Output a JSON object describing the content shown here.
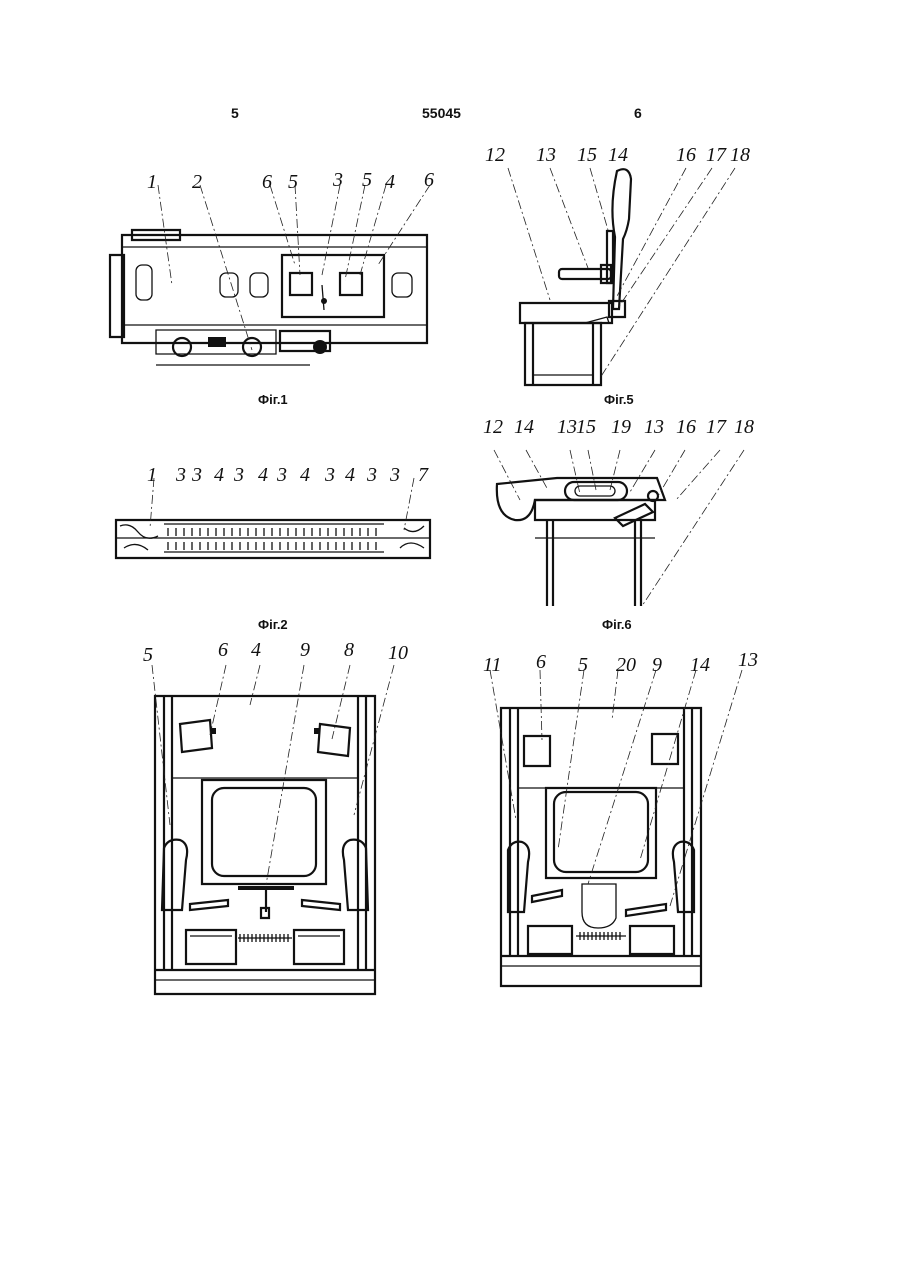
{
  "header": {
    "left_page": "5",
    "patent_number": "55045",
    "right_page": "6"
  },
  "figures": {
    "fig1": {
      "caption": "Фіг.1",
      "labels": [
        "1",
        "2",
        "6",
        "5",
        "3",
        "5",
        "4",
        "6"
      ]
    },
    "fig2": {
      "caption": "Фіг.2",
      "labels": [
        "1",
        "3",
        "3",
        "4",
        "3",
        "4",
        "3",
        "4",
        "3",
        "4",
        "3",
        "3",
        "7"
      ]
    },
    "fig3": {
      "labels": [
        "5",
        "6",
        "4",
        "9",
        "8",
        "10"
      ]
    },
    "fig4": {
      "labels": [
        "11",
        "6",
        "5",
        "20",
        "9",
        "14",
        "13"
      ]
    },
    "fig5": {
      "caption": "Фіг.5",
      "labels": [
        "12",
        "13",
        "15",
        "14",
        "16",
        "17",
        "18"
      ]
    },
    "fig6": {
      "caption": "Фіг.6",
      "labels": [
        "12",
        "14",
        "13",
        "15",
        "19",
        "13",
        "16",
        "17",
        "18"
      ]
    }
  }
}
